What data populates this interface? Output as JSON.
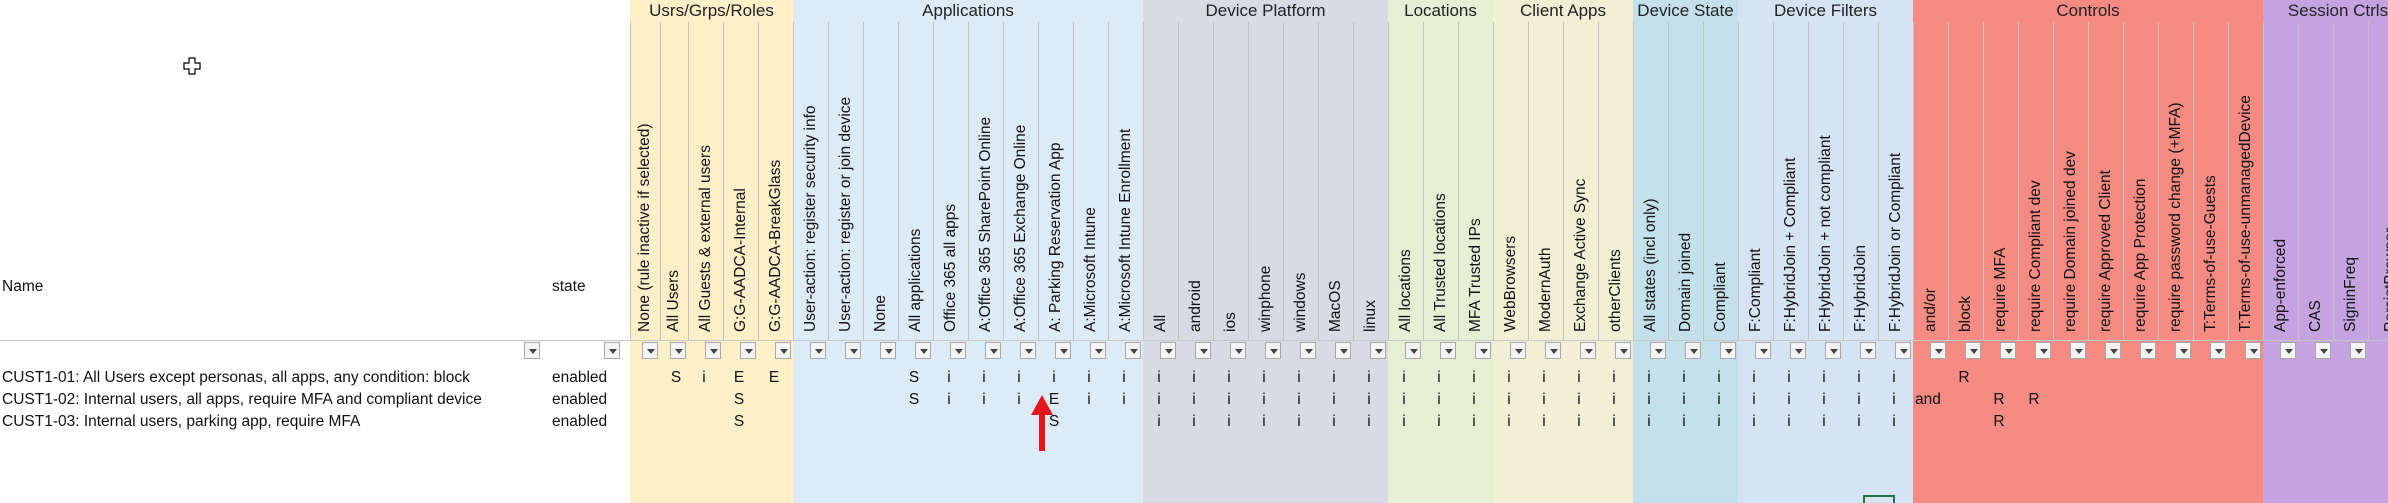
{
  "sheet": {
    "name_header": "Name",
    "state_header": "state",
    "groups": [
      {
        "label": "Usrs/Grps/Roles",
        "color": "#fdf0c9",
        "columns": [
          {
            "key": "c0",
            "label": "None (rule inactive if selected)"
          },
          {
            "key": "c1",
            "label": "All Users"
          },
          {
            "key": "c2",
            "label": "All Guests & external users"
          },
          {
            "key": "c3",
            "label": "G:G-AADCA-Internal"
          },
          {
            "key": "c4",
            "label": "G:G-AADCA-BreakGlass"
          }
        ]
      },
      {
        "label": "Applications",
        "color": "#ddebf7",
        "columns": [
          {
            "key": "c5",
            "label": "User-action: register security info"
          },
          {
            "key": "c6",
            "label": "User-action: register or join device"
          },
          {
            "key": "c7",
            "label": "None"
          },
          {
            "key": "c8",
            "label": "All applications"
          },
          {
            "key": "c9",
            "label": "Office 365 all apps"
          },
          {
            "key": "c10",
            "label": "A:Office 365 SharePoint Online"
          },
          {
            "key": "c11",
            "label": "A:Office 365 Exchange Online"
          },
          {
            "key": "c12",
            "label": "A: Parking Reservation App"
          },
          {
            "key": "c13",
            "label": "A:Microsoft Intune"
          },
          {
            "key": "c14",
            "label": "A:Microsoft Intune Enrollment"
          }
        ]
      },
      {
        "label": "Device Platform",
        "color": "#d8dbe3",
        "columns": [
          {
            "key": "c15",
            "label": "All"
          },
          {
            "key": "c16",
            "label": "android"
          },
          {
            "key": "c17",
            "label": "ios"
          },
          {
            "key": "c18",
            "label": "winphone"
          },
          {
            "key": "c19",
            "label": "windows"
          },
          {
            "key": "c20",
            "label": "MacOS"
          },
          {
            "key": "c21",
            "label": "linux"
          }
        ]
      },
      {
        "label": "Locations",
        "color": "#e4f0d4",
        "columns": [
          {
            "key": "c22",
            "label": "All locations"
          },
          {
            "key": "c23",
            "label": "All Trusted locations"
          },
          {
            "key": "c24",
            "label": "MFA Trusted IPs"
          }
        ]
      },
      {
        "label": "Client Apps",
        "color": "#f1f0d4",
        "columns": [
          {
            "key": "c25",
            "label": "WebBrowsers"
          },
          {
            "key": "c26",
            "label": "ModernAuth"
          },
          {
            "key": "c27",
            "label": "Exchange Active Sync"
          },
          {
            "key": "c28",
            "label": "otherClients"
          }
        ]
      },
      {
        "label": "Device State",
        "color": "#c4e0ea",
        "columns": [
          {
            "key": "c29",
            "label": "All states (incl only)"
          },
          {
            "key": "c30",
            "label": "Domain joined"
          },
          {
            "key": "c31",
            "label": "Compliant"
          }
        ]
      },
      {
        "label": "Device Filters",
        "color": "#d5e3f3",
        "columns": [
          {
            "key": "c32",
            "label": "F:Compliant"
          },
          {
            "key": "c33",
            "label": "F:HybridJoin + Compliant"
          },
          {
            "key": "c34",
            "label": "F:HybridJoin + not compliant"
          },
          {
            "key": "c35",
            "label": "F:HybridJoin"
          },
          {
            "key": "c36",
            "label": "F:HybridJoin or Compliant"
          }
        ]
      },
      {
        "label": "Controls",
        "color": "#f58b82",
        "columns": [
          {
            "key": "c37",
            "label": "and/or"
          },
          {
            "key": "c38",
            "label": "block"
          },
          {
            "key": "c39",
            "label": "require MFA"
          },
          {
            "key": "c40",
            "label": "require Compliant dev"
          },
          {
            "key": "c41",
            "label": "require Domain joined dev"
          },
          {
            "key": "c42",
            "label": "require Approved Client"
          },
          {
            "key": "c43",
            "label": "require App Protection"
          },
          {
            "key": "c44",
            "label": "require password change (+MFA)"
          },
          {
            "key": "c45",
            "label": "T:Terms-of-use-Guests"
          },
          {
            "key": "c46",
            "label": "T:Terms-of-use-unmanagedDevice"
          }
        ]
      },
      {
        "label": "Session Ctrls",
        "color": "#c5a3e0",
        "columns": [
          {
            "key": "c47",
            "label": "App-enforced"
          },
          {
            "key": "c48",
            "label": "CAS"
          },
          {
            "key": "c49",
            "label": "SigninFreq"
          },
          {
            "key": "c50",
            "label": "PersistBrowser"
          }
        ]
      }
    ],
    "rows": [
      {
        "name": "CUST1-01: All Users except personas, all apps, any condition: block",
        "state": "enabled",
        "cells": {
          "c1": "S",
          "c2": "i",
          "c3": "E",
          "c4": "E",
          "c8": "S",
          "c9": "i",
          "c10": "i",
          "c11": "i",
          "c12": "i",
          "c13": "i",
          "c14": "i",
          "c15": "i",
          "c16": "i",
          "c17": "i",
          "c18": "i",
          "c19": "i",
          "c20": "i",
          "c21": "i",
          "c22": "i",
          "c23": "i",
          "c24": "i",
          "c25": "i",
          "c26": "i",
          "c27": "i",
          "c28": "i",
          "c29": "i",
          "c30": "i",
          "c31": "i",
          "c32": "i",
          "c33": "i",
          "c34": "i",
          "c35": "i",
          "c36": "i",
          "c38": "R"
        }
      },
      {
        "name": "CUST1-02: Internal users, all apps, require MFA and compliant device",
        "state": "enabled",
        "cells": {
          "c3": "S",
          "c8": "S",
          "c9": "i",
          "c10": "i",
          "c11": "i",
          "c12": "E",
          "c13": "i",
          "c14": "i",
          "c15": "i",
          "c16": "i",
          "c17": "i",
          "c18": "i",
          "c19": "i",
          "c20": "i",
          "c21": "i",
          "c22": "i",
          "c23": "i",
          "c24": "i",
          "c25": "i",
          "c26": "i",
          "c27": "i",
          "c28": "i",
          "c29": "i",
          "c30": "i",
          "c31": "i",
          "c32": "i",
          "c33": "i",
          "c34": "i",
          "c35": "i",
          "c36": "i",
          "c37": "and",
          "c39": "R",
          "c40": "R"
        }
      },
      {
        "name": "CUST1-03: Internal users, parking app, require MFA",
        "state": "enabled",
        "cells": {
          "c3": "S",
          "c12": "S",
          "c15": "i",
          "c16": "i",
          "c17": "i",
          "c18": "i",
          "c19": "i",
          "c20": "i",
          "c21": "i",
          "c22": "i",
          "c23": "i",
          "c24": "i",
          "c25": "i",
          "c26": "i",
          "c27": "i",
          "c28": "i",
          "c29": "i",
          "c30": "i",
          "c31": "i",
          "c32": "i",
          "c33": "i",
          "c34": "i",
          "c35": "i",
          "c36": "i",
          "c39": "R"
        }
      }
    ]
  },
  "icons": {
    "cursor": "cell-select-cursor-icon",
    "arrow": "red-up-arrow-icon",
    "arrow_color": "#e8141b"
  }
}
